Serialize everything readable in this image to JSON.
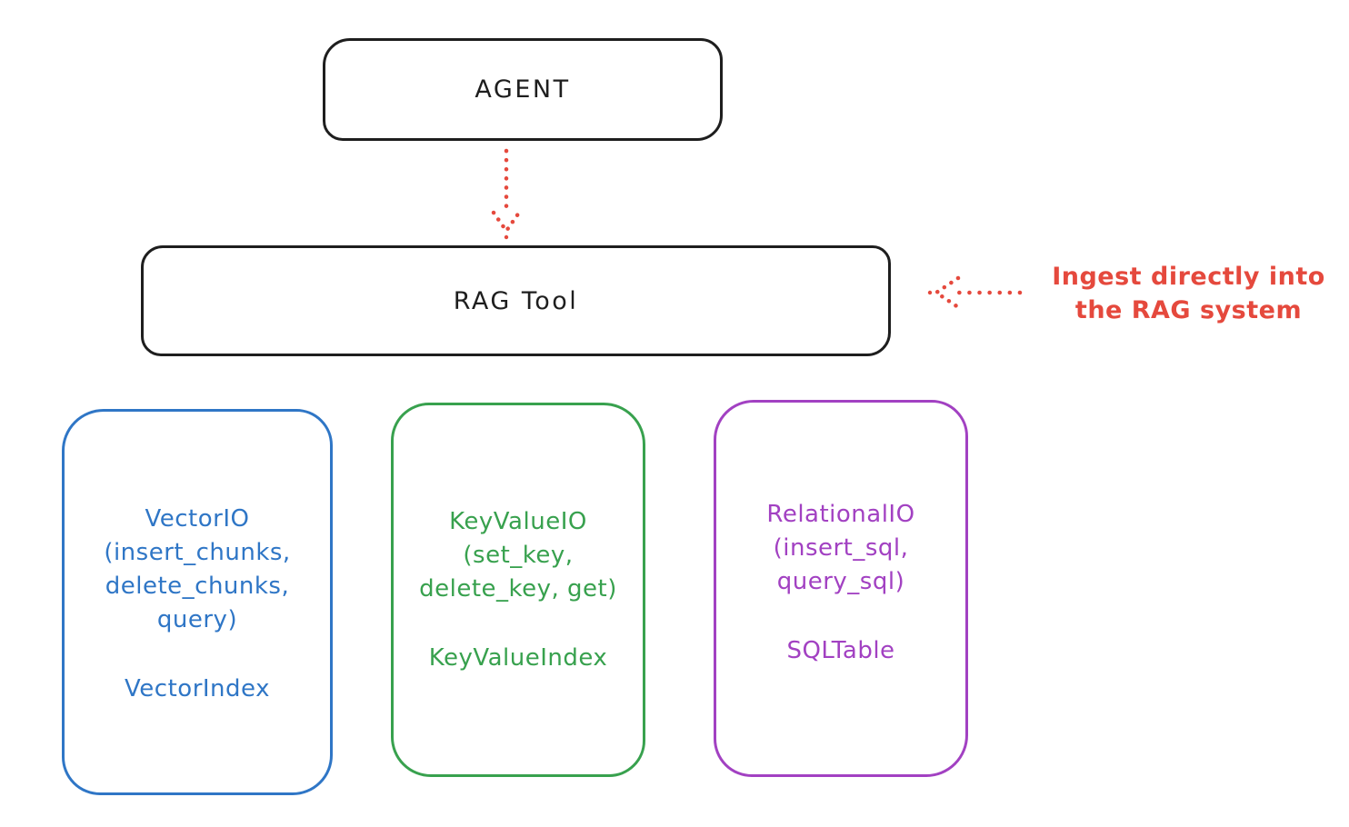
{
  "diagram": {
    "agent": {
      "label": "AGENT"
    },
    "rag_tool": {
      "label": "RAG Tool"
    },
    "annotation": {
      "text": "Ingest directly into\nthe RAG system",
      "color": "#e5493d"
    },
    "arrows": [
      {
        "name": "agent-to-ragtool",
        "style": "dotted",
        "color": "#e5493d",
        "direction": "down"
      },
      {
        "name": "ingest-into-ragtool",
        "style": "dotted",
        "color": "#e5493d",
        "direction": "left"
      }
    ],
    "storage_backends": [
      {
        "id": "vector-io",
        "io_text": "VectorIO\n(insert_chunks,\ndelete_chunks,\nquery)",
        "index_text": "VectorIndex",
        "color": "#2f76c6"
      },
      {
        "id": "keyvalue-io",
        "io_text": "KeyValueIO\n(set_key,\ndelete_key, get)",
        "index_text": "KeyValueIndex",
        "color": "#38a14e"
      },
      {
        "id": "relational-io",
        "io_text": "RelationalIO\n(insert_sql,\nquery_sql)",
        "index_text": "SQLTable",
        "color": "#a241c2"
      }
    ]
  }
}
